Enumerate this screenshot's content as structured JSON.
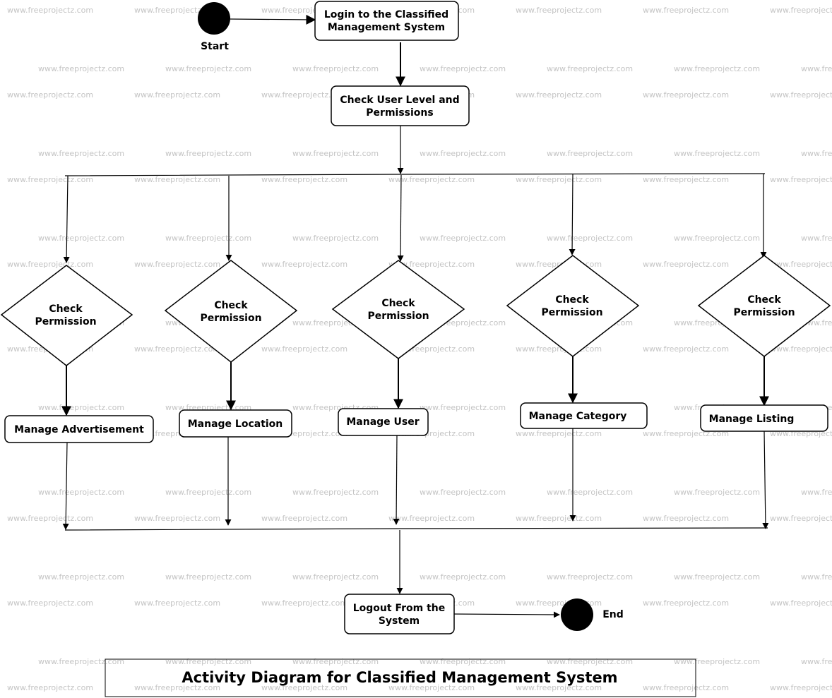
{
  "watermark": "www.freeprojectz.com",
  "title": "Activity Diagram for Classified Management System",
  "start_node": {
    "label": "Start"
  },
  "end_node": {
    "label": "End"
  },
  "login": {
    "lines": [
      "Login to the Classified",
      "Management System"
    ]
  },
  "check_level": {
    "lines": [
      "Check User Level and",
      "Permissions"
    ]
  },
  "branches": [
    {
      "decision_lines": [
        "Check",
        "Permission"
      ],
      "action": "Manage Advertisement"
    },
    {
      "decision_lines": [
        "Check",
        "Permission"
      ],
      "action": "Manage Location"
    },
    {
      "decision_lines": [
        "Check",
        "Permission"
      ],
      "action": "Manage User"
    },
    {
      "decision_lines": [
        "Check",
        "Permission"
      ],
      "action": "Manage Category"
    },
    {
      "decision_lines": [
        "Check",
        "Permission"
      ],
      "action": "Manage Listing"
    }
  ],
  "logout": {
    "lines": [
      "Logout From the",
      "System"
    ]
  }
}
